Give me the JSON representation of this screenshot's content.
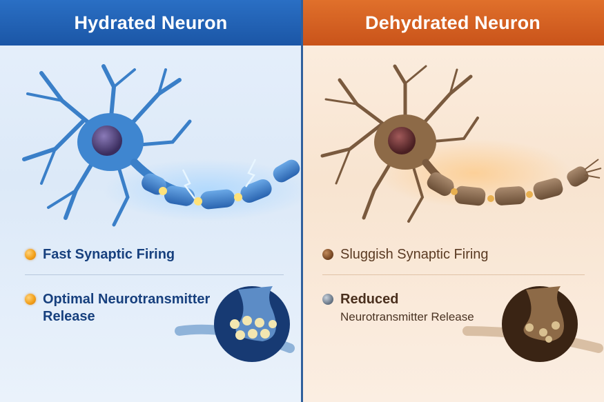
{
  "left": {
    "title": "Hydrated Neuron",
    "bullets": [
      {
        "text": "Fast Synaptic Firing",
        "icon": "orange-dot-icon"
      },
      {
        "line1": "Optimal Neurotransmitter",
        "line2": "Release",
        "icon": "orange-dot-icon"
      }
    ],
    "colors": {
      "header": "#1b56a6",
      "accent": "#f3a21c",
      "neuron": "#3a7fc8"
    }
  },
  "right": {
    "title": "Dehydrated Neuron",
    "bullets": [
      {
        "text": "Sluggish Synaptic Firing",
        "icon": "brown-dot-icon"
      },
      {
        "line1": "Reduced",
        "line2": "Neurotransmitter Release",
        "icon": "gray-dot-icon"
      }
    ],
    "colors": {
      "header": "#c9531a",
      "accent": "#e0a040",
      "neuron": "#8a6a4a"
    }
  }
}
